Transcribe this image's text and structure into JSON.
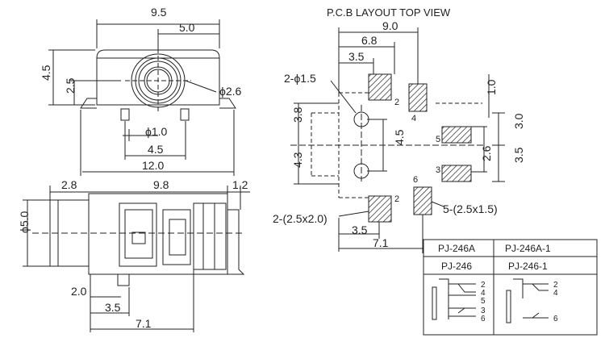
{
  "title": "P.C.B LAYOUT TOP VIEW",
  "front_view": {
    "width": "9.5",
    "center_offset": "5.0",
    "height": "4.5",
    "axis_height": "2.5",
    "hole": "ϕ2.6"
  },
  "bottom_dims": {
    "pin_dia": "ϕ1.0",
    "pin_pitch": "4.5",
    "total_width": "12.0"
  },
  "side_view": {
    "tip": "2.8",
    "body": "9.8",
    "pad": "1.2",
    "dia": "ϕ5.0",
    "peg_a": "2.0",
    "peg_b": "3.5",
    "peg_c": "7.1"
  },
  "pcb": {
    "dim_90": "9.0",
    "dim_68": "6.8",
    "dim_35_top": "3.5",
    "holes": "2-ϕ1.5",
    "dim_10": "1.0",
    "dim_38": "3.8",
    "dim_45": "4.5",
    "dim_30": "3.0",
    "dim_43": "4.3",
    "dim_26": "2.6",
    "dim_35_right": "3.5",
    "pads_large": "2-(2.5x2.0)",
    "pads_small": "5-(2.5x1.5)",
    "dim_35_bottom": "3.5",
    "dim_71": "7.1",
    "pin_labels": [
      "2",
      "4",
      "5",
      "3",
      "2",
      "6"
    ]
  },
  "table": {
    "headers": [
      "PJ-246A",
      "PJ-246A-1"
    ],
    "models": [
      "PJ-246",
      "PJ-246-1"
    ],
    "pins_left": [
      "2",
      "4",
      "5",
      "3",
      "6"
    ],
    "pins_right": [
      "2",
      "4",
      "6"
    ]
  }
}
